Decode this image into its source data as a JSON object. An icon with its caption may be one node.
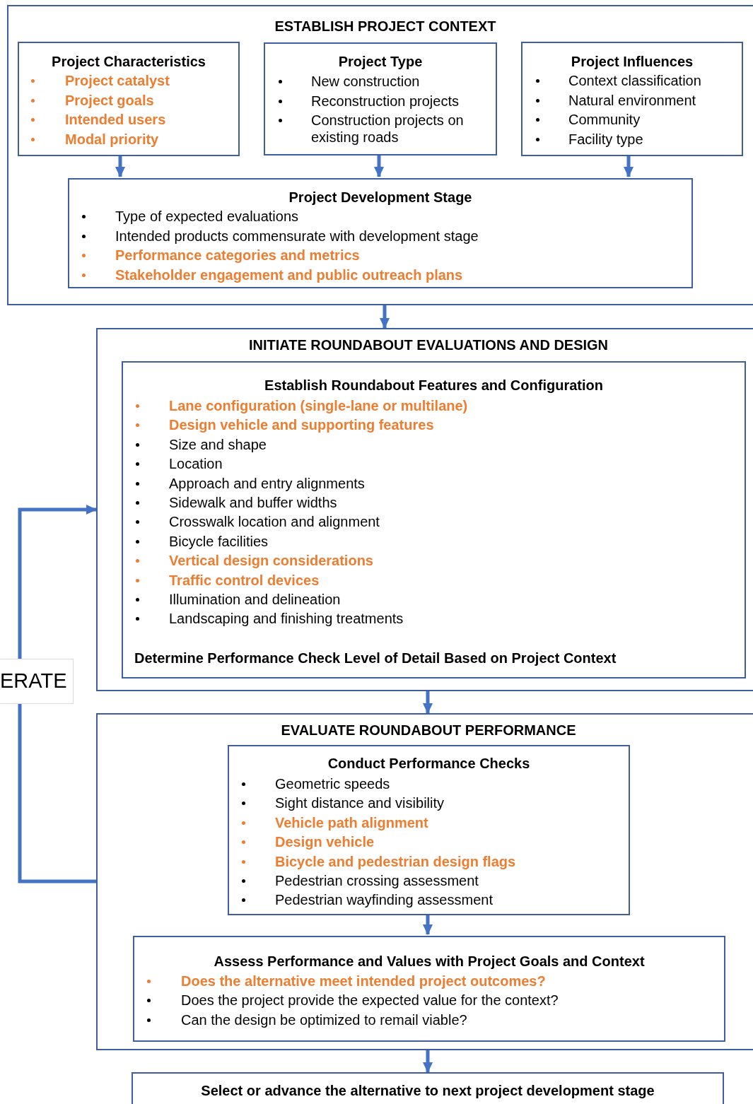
{
  "diagram": {
    "nodes": [
      {
        "text": [
          "ESTABLISH PROJECT CONTEXT"
        ]
      },
      {
        "text": [
          "Project Characteristics",
          "**Project catalyst**",
          "**Project goals**",
          "**Intended users**",
          "**Modal priority**"
        ],
        "in": 0
      },
      {
        "text": [
          "Project Type",
          "New construction",
          "Reconstruction projects",
          "Construction projects on existing roads"
        ],
        "in": 0
      },
      {
        "text": [
          "Project Influences",
          "Context classification",
          "Natural environment",
          "Community",
          "Facility type"
        ],
        "in": 0
      },
      {
        "text": [
          "Project Development Stage",
          "Type of expected evaluations",
          "Intended products commensurate with development stage",
          "**Performance categories and metrics**",
          "**Stakeholder engagement and public outreach plans**"
        ],
        "in": 0
      },
      {
        "text": [
          "INITIATE ROUNDABOUT EVALUATIONS AND DESIGN"
        ]
      },
      {
        "text": [
          "Establish Roundabout Features and Configuration",
          "**Lane configuration (single-lane or multilane)**",
          "**Design vehicle and supporting features**",
          "Size and shape",
          "Location",
          "Approach and entry alignments",
          "Sidewalk and buffer widths",
          "Crosswalk location and alignment",
          "Bicycle facilities",
          "**Vertical design considerations**",
          "**Traffic control devices**",
          "Illumination and delineation",
          "Landscaping and finishing treatments",
          "Determine Performance Check Level of Detail Based on Project Context"
        ],
        "in": 5
      },
      {
        "text": [
          "EVALUATE ROUNDABOUT PERFORMANCE"
        ]
      },
      {
        "text": [
          "Conduct Performance Checks",
          "Geometric speeds",
          "Sight distance and visibility",
          "**Vehicle path alignment**",
          "**Design vehicle**",
          "**Bicycle and pedestrian design flags**",
          "Pedestrian crossing assessment",
          "Pedestrian wayfinding assessment"
        ],
        "in": 7
      },
      {
        "text": [
          "Assess Performance and Values with Project Goals and Context",
          "**Does the alternative meet intended project outcomes?**",
          "Does the project provide the expected value for the context?",
          "Can the design be optimized to remail viable?"
        ],
        "in": 7
      },
      {
        "text": [
          "Select or advance the alternative to next project development stage"
        ]
      }
    ],
    "edges": [
      {
        "from": 1,
        "to": 4,
        "arrow": "to"
      },
      {
        "from": 2,
        "to": 4,
        "arrow": "to"
      },
      {
        "from": 3,
        "to": 4,
        "arrow": "to"
      },
      {
        "from": 0,
        "to": 5,
        "arrow": "to"
      },
      {
        "from": 5,
        "to": 7,
        "arrow": "to"
      },
      {
        "from": 8,
        "to": 9,
        "arrow": "to"
      },
      {
        "from": 7,
        "to": 10,
        "arrow": "to"
      },
      {
        "from": 7,
        "to": 5,
        "arrow": "to",
        "label": "ERATE"
      }
    ]
  }
}
